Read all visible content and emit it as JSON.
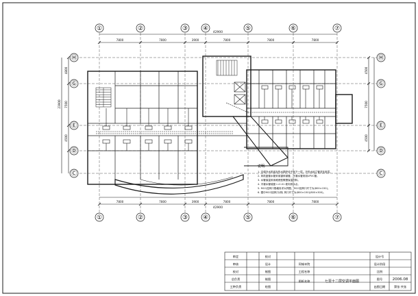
{
  "drawing": {
    "title": "七至十二层空调平面图",
    "date": "2006.08",
    "overall_dimension": "42900"
  },
  "grid_columns": [
    "①",
    "②",
    "③",
    "④",
    "⑤",
    "⑥",
    "⑦"
  ],
  "grid_rows": [
    "Ⓗ",
    "Ⓖ",
    "Ⓔ",
    "Ⓓ",
    "Ⓒ"
  ],
  "top_dimensions": [
    "7800",
    "7800",
    "3900",
    "7800",
    "7800",
    "7800"
  ],
  "bottom_dimensions": [
    "7800",
    "7800",
    "3900",
    "7800",
    "7800",
    "7800"
  ],
  "left_dimensions": [
    "4800",
    "7500",
    "4500",
    "23900"
  ],
  "right_dimensions": [
    "4500",
    "7500",
    "4500"
  ],
  "notes": {
    "heading": "说明:",
    "lines": [
      "1. 空调冷水机组及热水锅炉设于地下一层，冷热水经立管送至各层。",
      "2. 风机盘管水管采用镀锌钢管，冷凝水管采用UPVC管。",
      "3. 水管保温采用难燃型橡塑保温材料。",
      "4. 冷凝水管坡度 i=0.01 坡向排水点。",
      "5. MCG送风口规格另详大样图，MCG回风口尺寸为(800×150)。",
      "6. 图中MCG回风口(侧) 风口尺寸为(800×150)(800×300)。"
    ]
  },
  "title_block": {
    "top_labels": [
      "设计号",
      "设计阶段",
      "比例",
      "图号",
      "出图日期",
      "第张 共张"
    ],
    "left_columns": [
      [
        "审定",
        "审核",
        "校对",
        "总负责",
        "工种负责"
      ],
      [
        "",
        "",
        "",
        "",
        ""
      ],
      [
        "校对",
        "设计",
        "制图",
        "制图",
        "绘图"
      ]
    ],
    "middle_labels": [
      "同城寺院",
      "工程名称",
      "图纸名称"
    ]
  },
  "colors": {
    "line": "#1a1a1a",
    "background": "#ffffff"
  }
}
